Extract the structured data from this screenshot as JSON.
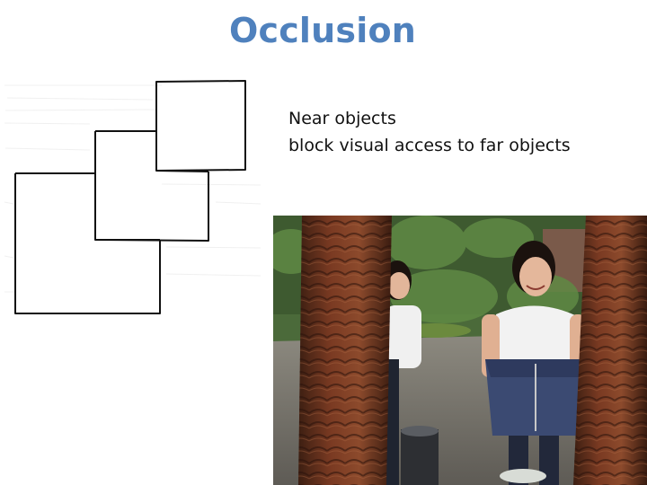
{
  "slide": {
    "title": "Occlusion",
    "body_lines": [
      "Near objects",
      "block visual access to far objects"
    ]
  },
  "diagram": {
    "description_icon": "overlapping-squares-drawing"
  },
  "photo": {
    "icon": "occlusion-photo-two-trees-girl"
  },
  "colors": {
    "title": "#4f81bd",
    "text": "#111111",
    "background": "#ffffff"
  }
}
